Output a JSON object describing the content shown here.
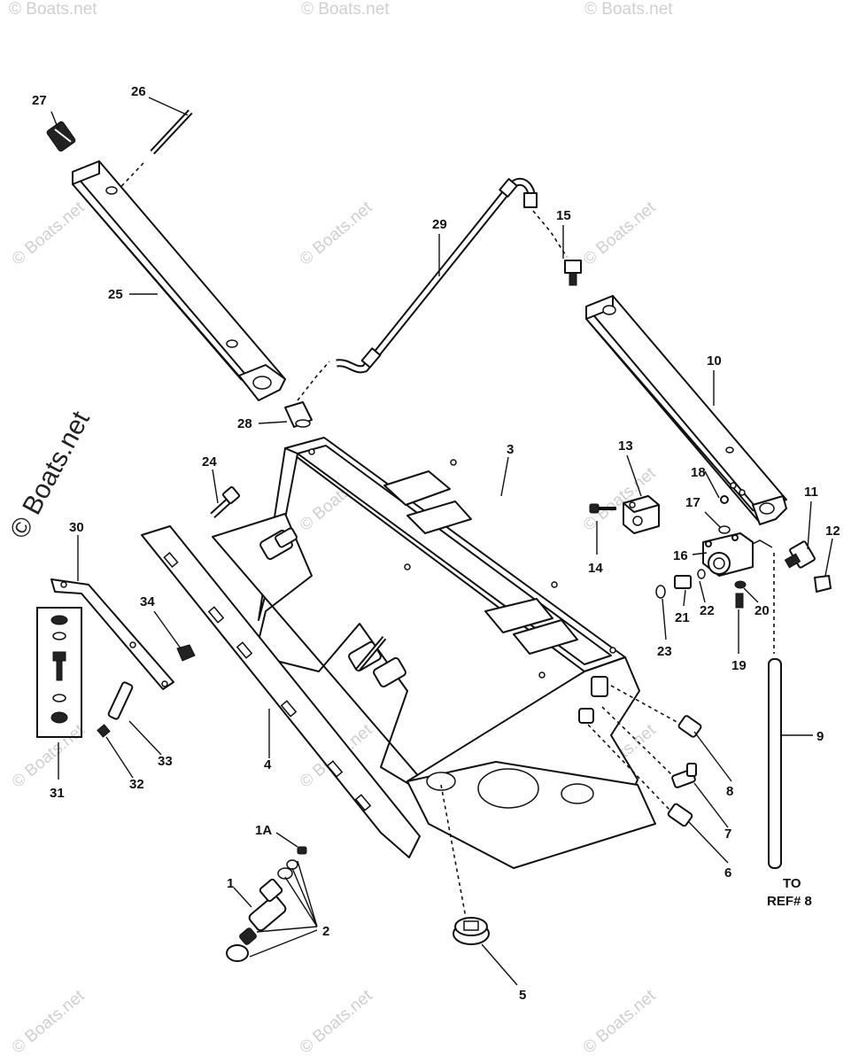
{
  "watermark": {
    "text": "© Boats.net",
    "large_text": "© Boats.net"
  },
  "callouts": {
    "p1": "1",
    "p1a": "1A",
    "p2": "2",
    "p3": "3",
    "p4": "4",
    "p5": "5",
    "p6": "6",
    "p7": "7",
    "p8": "8",
    "p9": "9",
    "p10": "10",
    "p11": "11",
    "p12": "12",
    "p13": "13",
    "p14": "14",
    "p15": "15",
    "p16": "16",
    "p17": "17",
    "p18": "18",
    "p19": "19",
    "p20": "20",
    "p21": "21",
    "p22": "22",
    "p23": "23",
    "p24": "24",
    "p25": "25",
    "p26": "26",
    "p27": "27",
    "p28": "28",
    "p29": "29",
    "p30": "30",
    "p31": "31",
    "p32": "32",
    "p33": "33",
    "p34": "34"
  },
  "ref_note": {
    "line1": "TO",
    "line2": "REF# 8"
  }
}
